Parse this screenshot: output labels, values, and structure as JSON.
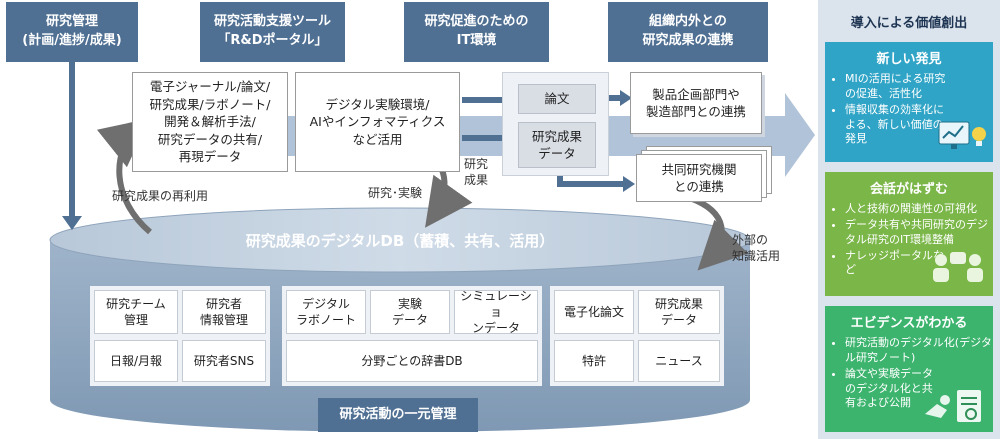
{
  "headers": {
    "management": "研究管理\n(計画/進捗/成果)",
    "tools": "研究活動支援ツール\n「R&Dポータル」",
    "it_env": "研究促進のための\nIT環境",
    "collab": "組織内外との\n研究成果の連携"
  },
  "top_boxes": {
    "journal": "電子ジャーナル/論文/\n研究成果/ラボノート/\n開発＆解析手法/\n研究データの共有/\n再現データ",
    "digital_env": "デジタル実験環境/\nAIやインフォマティクス\nなど活用",
    "paper": "論文",
    "result_data": "研究成果\nデータ",
    "product_dept": "製品企画部門や\n製造部門との連携",
    "joint_org": "共同研究機関\nとの連携"
  },
  "labels": {
    "reuse": "研究成果の再利用",
    "experiment": "研究･実験",
    "results": "研究\n成果",
    "external": "外部の\n知識活用"
  },
  "db": {
    "title": "研究成果のデジタルDB（蓄積、共有、活用）",
    "group1": [
      "研究チーム\n管理",
      "研究者\n情報管理",
      "日報/月報",
      "研究者SNS"
    ],
    "group2": [
      "デジタル\nラボノート",
      "実験\nデータ",
      "シミュレーショ\nンデータ",
      "分野ごとの辞書DB"
    ],
    "group3": [
      "電子化論文",
      "研究成果\nデータ",
      "特許",
      "ニュース"
    ],
    "footer": "研究活動の一元管理"
  },
  "value": {
    "title": "導入による価値創出",
    "cards": [
      {
        "title": "新しい発見",
        "items": [
          "MIの活用による研究の促進、活性化",
          "情報収集の効率化による、新しい価値の発見"
        ],
        "color": "#2fa4c6",
        "icon": "lab-analysis-icon"
      },
      {
        "title": "会話がはずむ",
        "items": [
          "人と技術の関連性の可視化",
          "データ共有や共同研究のデジタル研究のIT環境整備",
          "ナレッジポータルなど"
        ],
        "color": "#7ab648",
        "icon": "conversation-icon"
      },
      {
        "title": "エビデンスがわかる",
        "items": [
          "研究活動のデジタル化(デジタル研究ノート)",
          "論文や実験データのデジタル化と共有および公開"
        ],
        "color": "#3cb46e",
        "icon": "evidence-document-icon"
      }
    ]
  },
  "colors": {
    "header": "#4f6f93",
    "arrow": "#4f6f93",
    "cylinder": "#8fa7c1",
    "big_arrow": "#a8bdd4"
  }
}
